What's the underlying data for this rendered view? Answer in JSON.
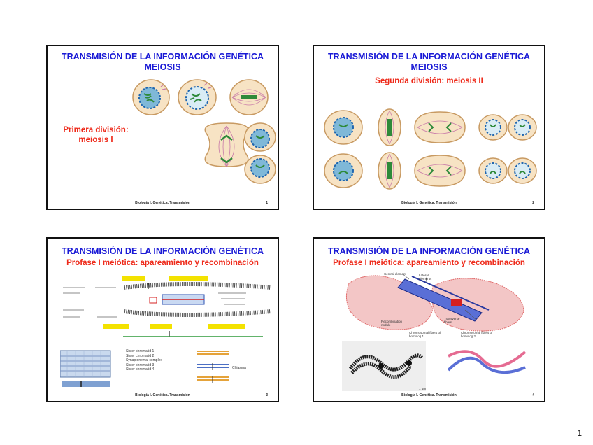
{
  "slides": [
    {
      "title_line1": "TRANSMISIÓN DE LA INFORMACIÓN GENÉTICA",
      "title_line2": "MEIOSIS",
      "side_line1": "Primera división:",
      "side_line2": "meiosis I",
      "footer": "Biología I. Genética. Transmisión",
      "number": "1"
    },
    {
      "title_line1": "TRANSMISIÓN DE LA INFORMACIÓN GENÉTICA",
      "title_line2": "MEIOSIS",
      "subtitle": "Segunda división: meiosis II",
      "footer": "Biología I. Genética. Transmisión",
      "number": "2"
    },
    {
      "title_line1": "TRANSMISIÓN DE LA INFORMACIÓN GENÉTICA",
      "subtitle": "Profase I meiótica: apareamiento y recombinación",
      "footer": "Biología I. Genética. Transmisión",
      "number": "3",
      "diagram_labels": {
        "sister_chromatid_1": "Sister chromatid 1",
        "sister_chromatid_2": "Sister chromatid 2",
        "synaptonemal_complex": "Synaptonemal complex",
        "sister_chromatid_3": "Sister chromatid 3",
        "sister_chromatid_4": "Sister chromatid 4",
        "chiasma": "Chiasma"
      }
    },
    {
      "title_line1": "TRANSMISIÓN DE LA INFORMACIÓN GENÉTICA",
      "subtitle": "Profase I meiótica: apareamiento y recombinación",
      "footer": "Biología I. Genética. Transmisión",
      "number": "4",
      "diagram_labels": {
        "central_element": "Central element",
        "lateral_elements": "Lateral elements",
        "recombination_nodule": "Recombination nodule",
        "transverse_fibers": "Transverse fibers",
        "fibers_homolog_1": "Chromosomal fibers of homolog 1",
        "fibers_homolog_2": "Chromosomal fibers of homolog 2",
        "scale": "1 μm"
      }
    }
  ],
  "page_number": "1",
  "colors": {
    "title_blue": "#1a1ad6",
    "subtitle_red": "#ee2a1a",
    "cell_fill": "#f7e3c4",
    "cell_border": "#c89a62",
    "nucleus_fill": "#7fb8d8",
    "nucleus_border": "#1f66b0",
    "chromosome_green": "#2e8a3a",
    "spindle_pink": "#c87aa8"
  }
}
